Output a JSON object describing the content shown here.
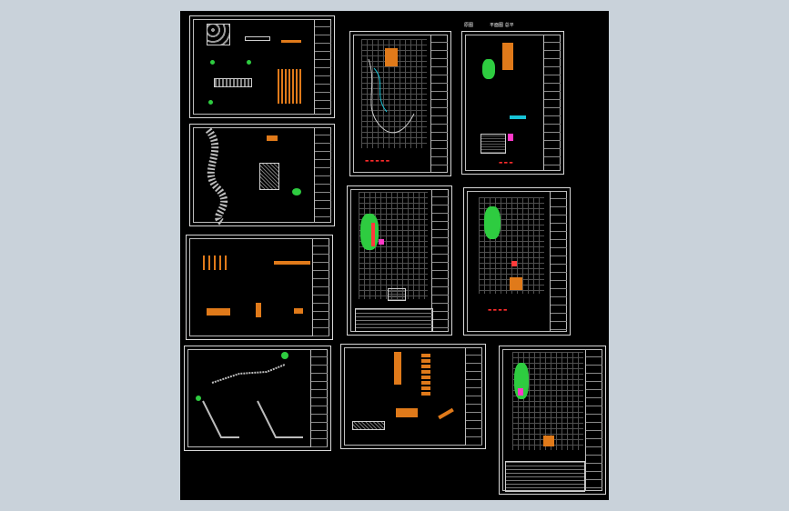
{
  "viewer": {
    "canvas_color": "#000000",
    "background_color": "#c9d2da"
  },
  "header_labels": {
    "left": "原图",
    "right": "平面图 总平"
  },
  "sheets": [
    {
      "id": "detail-pavement-sheet",
      "kind": "detail"
    },
    {
      "id": "plan-sheet-1",
      "kind": "plan"
    },
    {
      "id": "plan-sheet-2",
      "kind": "plan"
    },
    {
      "id": "detail-stone-path-sheet",
      "kind": "detail"
    },
    {
      "id": "plan-sheet-3",
      "kind": "plan"
    },
    {
      "id": "plan-sheet-4",
      "kind": "plan"
    },
    {
      "id": "detail-pergola-sheet",
      "kind": "detail"
    },
    {
      "id": "detail-section-sheet",
      "kind": "detail"
    },
    {
      "id": "detail-steps-sheet",
      "kind": "detail"
    },
    {
      "id": "plan-sheet-5",
      "kind": "plan"
    }
  ],
  "colors": {
    "lines": "#d8d8d8",
    "orange": "#e07a1a",
    "green": "#2ecc40",
    "red": "#ff3b3b",
    "cyan": "#17c3d6",
    "magenta": "#ff39c8"
  }
}
